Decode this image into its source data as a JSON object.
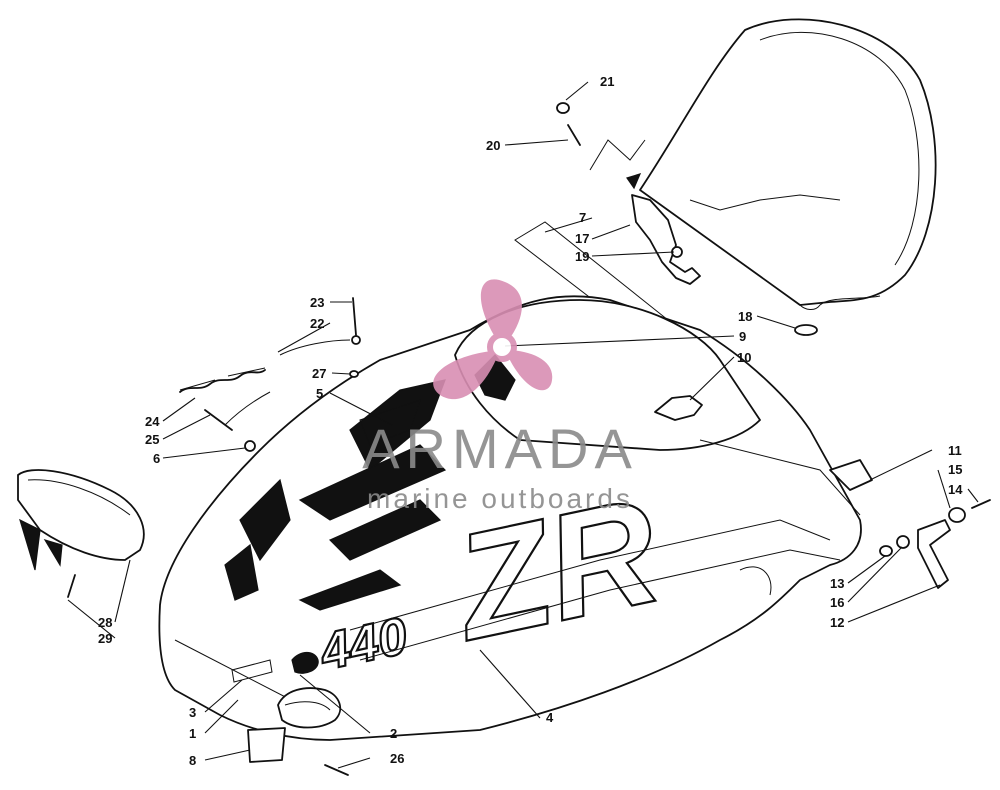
{
  "diagram": {
    "decals": {
      "model_number": "440",
      "model_letters": "ZR"
    },
    "callouts": [
      "1",
      "2",
      "3",
      "4",
      "5",
      "6",
      "7",
      "8",
      "9",
      "10",
      "11",
      "12",
      "13",
      "14",
      "15",
      "16",
      "17",
      "18",
      "19",
      "20",
      "21",
      "22",
      "23",
      "24",
      "25",
      "26",
      "27",
      "28",
      "29"
    ]
  },
  "watermark": {
    "brand": "ARMADA",
    "tagline": "marine outboards",
    "logo_color": "#d98fb3",
    "text_color": "#8a8a8a"
  }
}
